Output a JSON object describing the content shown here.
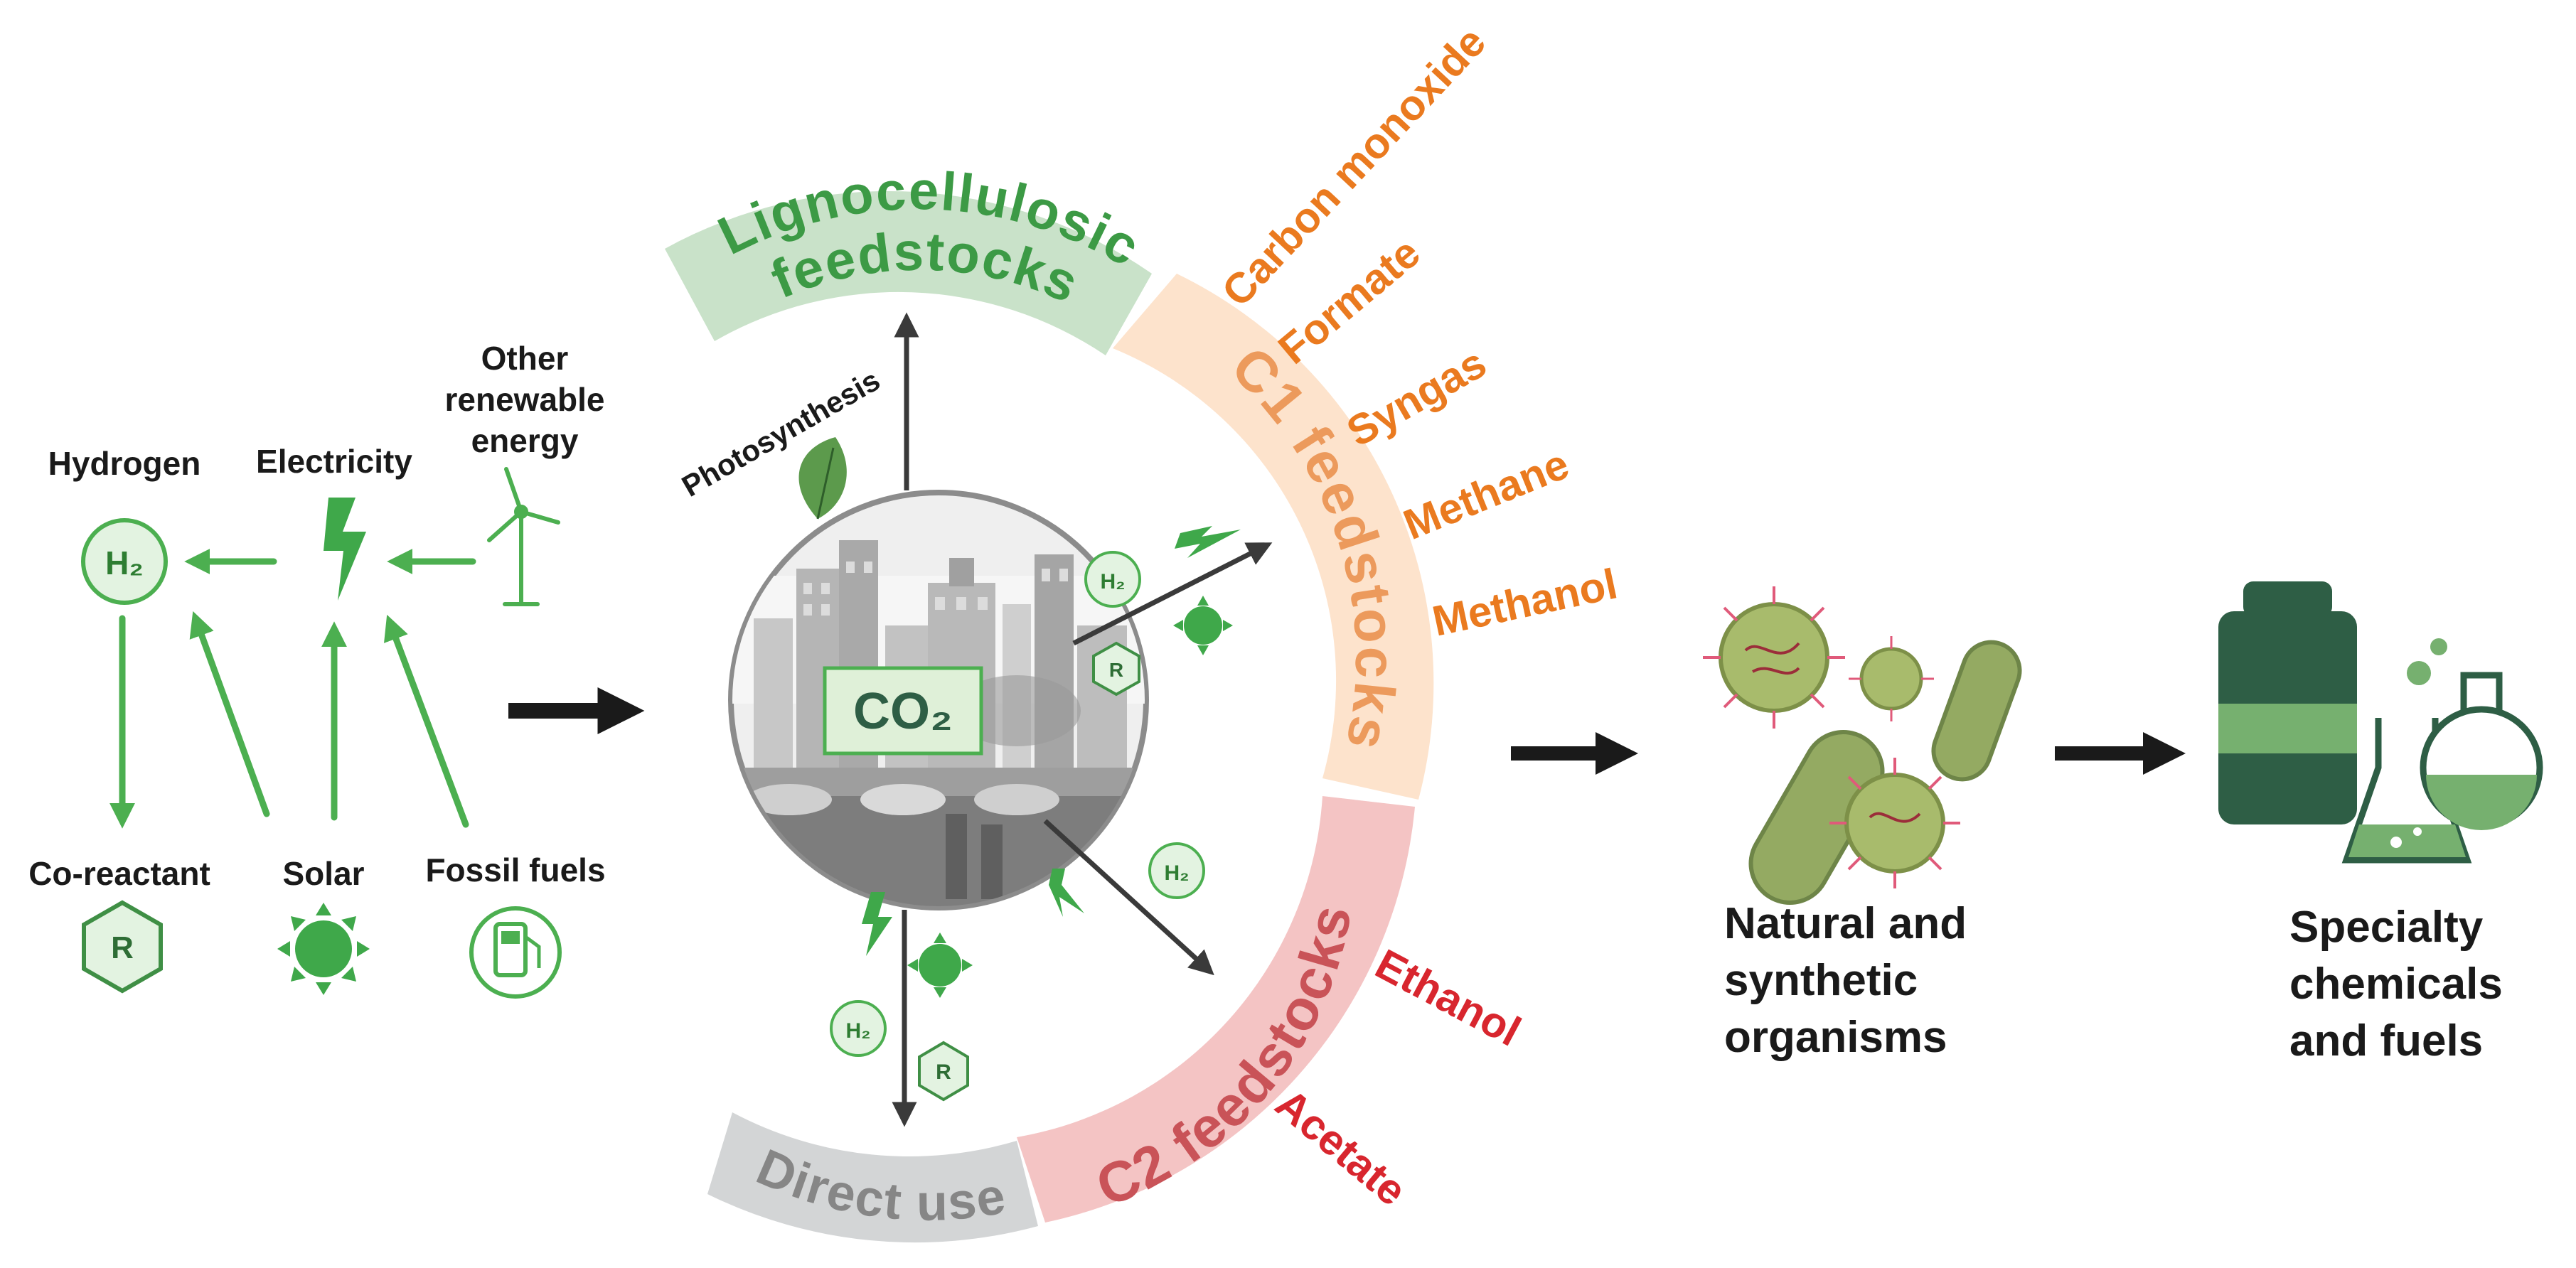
{
  "energy": {
    "hydrogen": "Hydrogen",
    "electricity": "Electricity",
    "other_renewable": [
      "Other",
      "renewable",
      "energy"
    ],
    "co_reactant": "Co-reactant",
    "solar": "Solar",
    "fossil_fuels": "Fossil fuels"
  },
  "icons": {
    "h2_main": "H₂",
    "h2_small": "H₂",
    "reactant": "R",
    "co2": "CO₂"
  },
  "ring": {
    "lignocellulosic": [
      "Lignocellulosic",
      "feedstocks"
    ],
    "c1": "C1 feedstocks",
    "c2": "C2 feedstocks",
    "direct_use": "Direct use",
    "photosynthesis": "Photosynthesis"
  },
  "c1_products": [
    "Carbon monoxide",
    "Formate",
    "Syngas",
    "Methane",
    "Methanol"
  ],
  "c2_products": [
    "Ethanol",
    "Acetate"
  ],
  "organisms": [
    "Natural and",
    "synthetic",
    "organisms"
  ],
  "products": [
    "Specialty",
    "chemicals",
    "and fuels"
  ],
  "colors": {
    "green": "#4caf50",
    "dark_green": "#2e5e45",
    "orange": "#ea7a1f",
    "red": "#d8262e",
    "arrow_dark": "#1a1a1a",
    "c1_band": "#fde3cc",
    "c2_band": "#f4c4c4",
    "ligno_band": "#c9e2c9",
    "direct_band": "#d3d5d6"
  }
}
